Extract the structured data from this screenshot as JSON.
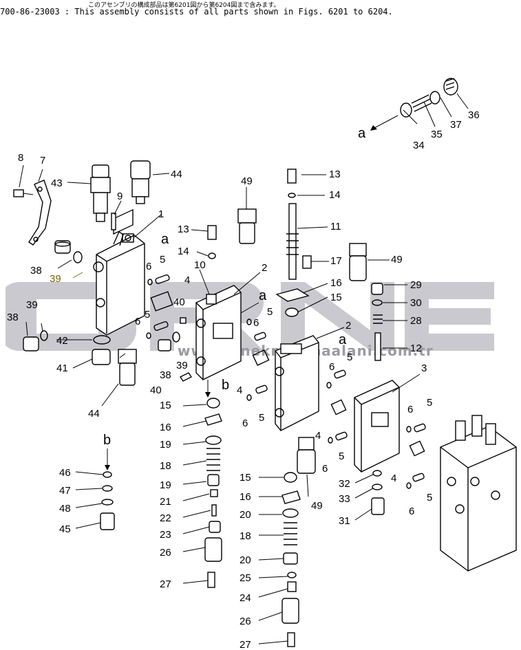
{
  "header": {
    "japanese_note": "このアセンブリの構成部品は第6201図から第6204図まで含みます。",
    "part_number_line": "700-86-23003 : This assembly consists of all parts shown in Figs. 6201 to 6204."
  },
  "watermark": {
    "brand": "ORNEK",
    "url": "www.ornekmakinaalani.com.tr"
  },
  "callouts": {
    "c1": "1",
    "c2a": "2",
    "c2b": "2",
    "c3": "3",
    "c4a": "4",
    "c4b": "4",
    "c4c": "4",
    "c4d": "4",
    "c5a": "5",
    "c5b": "5",
    "c5c": "5",
    "c5d": "5",
    "c5e": "5",
    "c5f": "5",
    "c5g": "5",
    "c5h": "5",
    "c6a": "6",
    "c6b": "6",
    "c6c": "6",
    "c6d": "6",
    "c6e": "6",
    "c6f": "6",
    "c6g": "6",
    "c7": "7",
    "c8": "8",
    "c9": "9",
    "c10": "10",
    "c11": "11",
    "c12": "12",
    "c13a": "13",
    "c13b": "13",
    "c14a": "14",
    "c14b": "14",
    "c15a": "15",
    "c15b": "15",
    "c15c": "15",
    "c16a": "16",
    "c16b": "16",
    "c16c": "16",
    "c17": "17",
    "c18a": "18",
    "c18b": "18",
    "c19a": "19",
    "c19b": "19",
    "c20a": "20",
    "c20b": "20",
    "c21": "21",
    "c22": "22",
    "c23": "23",
    "c24": "24",
    "c25": "25",
    "c26a": "26",
    "c26b": "26",
    "c27a": "27",
    "c27b": "27",
    "c28": "28",
    "c29": "29",
    "c30": "30",
    "c31": "31",
    "c32": "32",
    "c33": "33",
    "c34": "34",
    "c35": "35",
    "c36": "36",
    "c37": "37",
    "c38a": "38",
    "c38b": "38",
    "c38c": "38",
    "c39a": "39",
    "c39b": "39",
    "c39c": "39",
    "c40a": "40",
    "c40b": "40",
    "c41": "41",
    "c42": "42",
    "c43": "43",
    "c44a": "44",
    "c44b": "44",
    "c45": "45",
    "c46": "46",
    "c47": "47",
    "c48": "48",
    "c49a": "49",
    "c49b": "49",
    "c49c": "49",
    "ra1": "a",
    "ra2": "a",
    "ra3": "a",
    "ra4": "a",
    "rb1": "b",
    "rb2": "b"
  }
}
